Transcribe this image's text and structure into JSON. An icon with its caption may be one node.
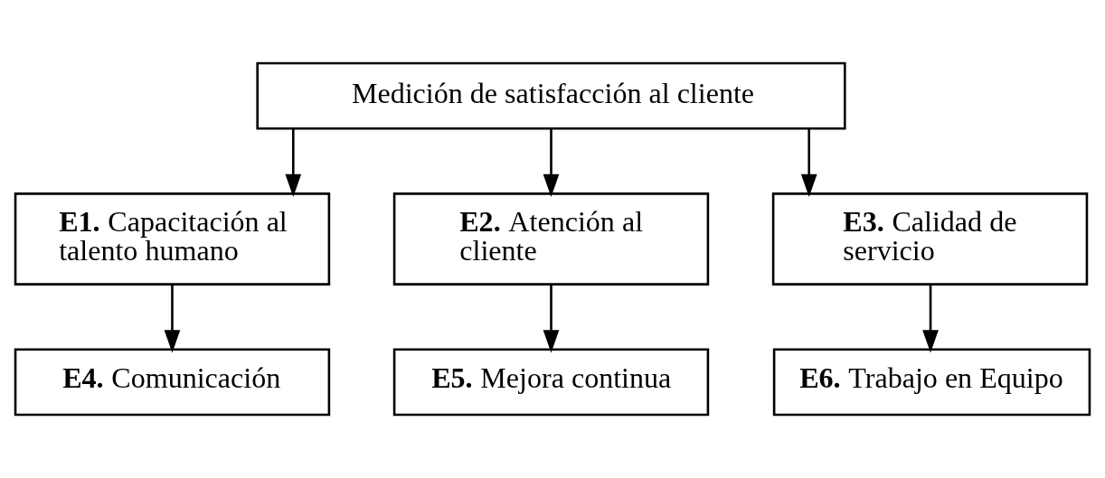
{
  "diagram": {
    "nodes": [
      {
        "text": [
          "Medición de satisfacción al cliente"
        ]
      },
      {
        "text": [
          "**E1.** Capacitación al talento humano"
        ]
      },
      {
        "text": [
          "**E2.** Atención al cliente"
        ]
      },
      {
        "text": [
          "**E3.** Calidad de servicio"
        ]
      },
      {
        "text": [
          "**E4.** Comunicación"
        ]
      },
      {
        "text": [
          "**E5.** Mejora continua"
        ]
      },
      {
        "text": [
          "**E6.** Trabajo en Equipo"
        ]
      }
    ],
    "edges": [
      {
        "from": 0,
        "to": 1,
        "arrow": "to"
      },
      {
        "from": 0,
        "to": 2,
        "arrow": "to"
      },
      {
        "from": 0,
        "to": 3,
        "arrow": "to"
      },
      {
        "from": 1,
        "to": 4,
        "arrow": "to"
      },
      {
        "from": 2,
        "to": 5,
        "arrow": "to"
      },
      {
        "from": 3,
        "to": 6,
        "arrow": "to"
      }
    ]
  }
}
